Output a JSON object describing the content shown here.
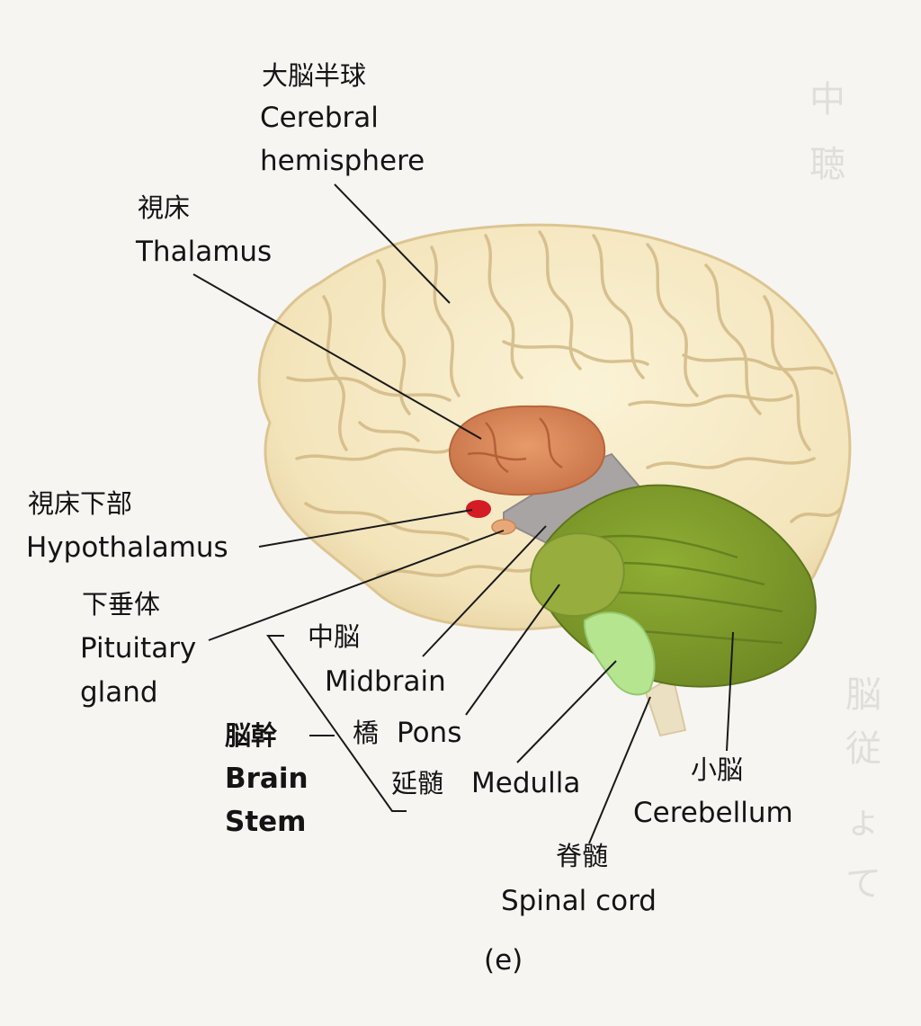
{
  "labels": {
    "cerebral_hemisphere": {
      "jp": "大脳半球",
      "en_line1": "Cerebral",
      "en_line2": "hemisphere"
    },
    "thalamus": {
      "jp": "視床",
      "en": "Thalamus"
    },
    "hypothalamus": {
      "jp": "視床下部",
      "en": "Hypothalamus"
    },
    "pituitary_gland": {
      "jp": "下垂体",
      "en_line1": "Pituitary",
      "en_line2": "gland"
    },
    "midbrain": {
      "jp": "中脳",
      "en": "Midbrain"
    },
    "pons": {
      "jp": "橋",
      "en": "Pons"
    },
    "medulla": {
      "jp": "延髄",
      "en": "Medulla"
    },
    "brain_stem": {
      "jp": "脳幹",
      "en_line1": "Brain",
      "en_line2": "Stem"
    },
    "cerebellum": {
      "jp": "小脳",
      "en": "Cerebellum"
    },
    "spinal_cord": {
      "jp": "脊髄",
      "en": "Spinal cord"
    }
  },
  "caption": "(e)",
  "colors": {
    "background": "#f7f5f2",
    "cerebrum": "#f6e9c4",
    "cerebrum_sulci": "#d6bf8e",
    "thalamus": "#d9875a",
    "hypothalamus": "#d41c24",
    "pituitary": "#e8a777",
    "midbrain": "#a8a4a3",
    "pons": "#97ad3e",
    "medulla": "#b6e58f",
    "cerebellum": "#7f9a2c",
    "spinal_cord": "#ece0c2",
    "leader_line": "#1a1a1a"
  }
}
